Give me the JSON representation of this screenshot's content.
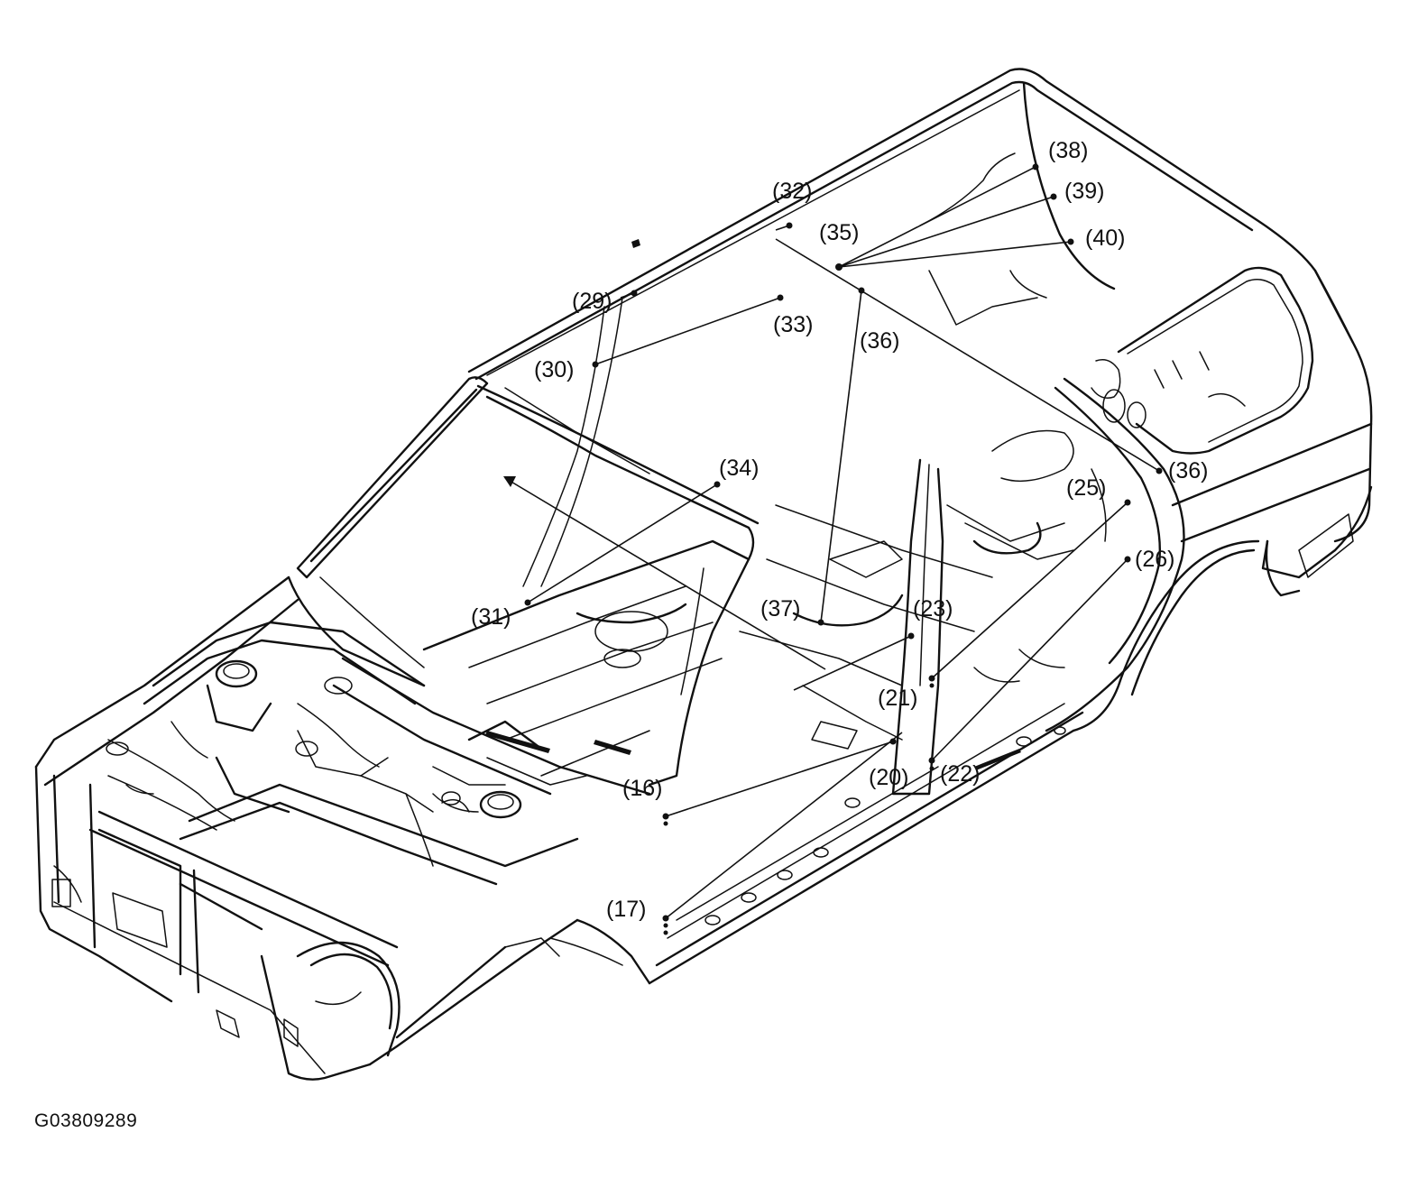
{
  "figure_code": "G03809289",
  "callouts": [
    {
      "id": "16",
      "label": "(16)"
    },
    {
      "id": "17",
      "label": "(17)"
    },
    {
      "id": "20",
      "label": "(20)"
    },
    {
      "id": "21",
      "label": "(21)"
    },
    {
      "id": "22",
      "label": "(22)"
    },
    {
      "id": "23",
      "label": "(23)"
    },
    {
      "id": "25",
      "label": "(25)"
    },
    {
      "id": "26",
      "label": "(26)"
    },
    {
      "id": "29",
      "label": "(29)"
    },
    {
      "id": "30",
      "label": "(30)"
    },
    {
      "id": "31",
      "label": "(31)"
    },
    {
      "id": "32",
      "label": "(32)"
    },
    {
      "id": "33",
      "label": "(33)"
    },
    {
      "id": "34",
      "label": "(34)"
    },
    {
      "id": "35",
      "label": "(35)"
    },
    {
      "id": "36a",
      "label": "(36)"
    },
    {
      "id": "36b",
      "label": "(36)"
    },
    {
      "id": "37",
      "label": "(37)"
    },
    {
      "id": "38",
      "label": "(38)"
    },
    {
      "id": "39",
      "label": "(39)"
    },
    {
      "id": "40",
      "label": "(40)"
    }
  ]
}
